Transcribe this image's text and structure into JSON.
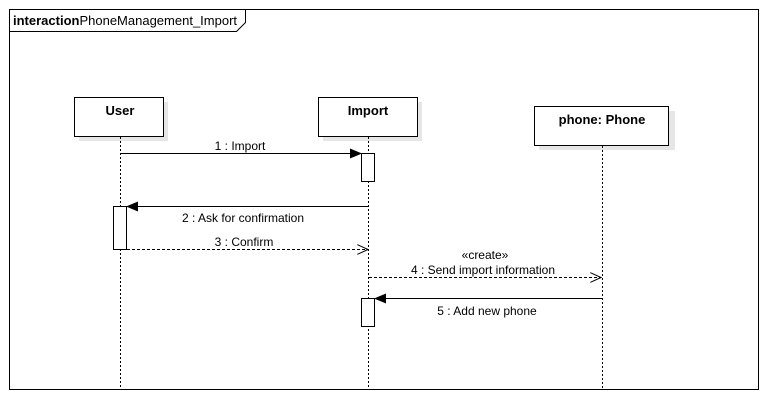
{
  "frame": {
    "keyword": "interaction",
    "name": "PhoneManagement_Import"
  },
  "lifelines": [
    {
      "id": "user",
      "label": "User"
    },
    {
      "id": "import",
      "label": "Import"
    },
    {
      "id": "phone",
      "label": "phone: Phone"
    }
  ],
  "messages": [
    {
      "label": "1 : Import",
      "from": "user",
      "to": "import",
      "kind": "sync"
    },
    {
      "label": "2 : Ask for confirmation",
      "from": "import",
      "to": "user",
      "kind": "sync"
    },
    {
      "label": "3 : Confirm",
      "from": "user",
      "to": "import",
      "kind": "return"
    },
    {
      "stereotype": "«create»",
      "label": "4 : Send import information",
      "from": "import",
      "to": "phone",
      "kind": "create"
    },
    {
      "label": "5 : Add new phone",
      "from": "phone",
      "to": "import",
      "kind": "sync"
    }
  ]
}
